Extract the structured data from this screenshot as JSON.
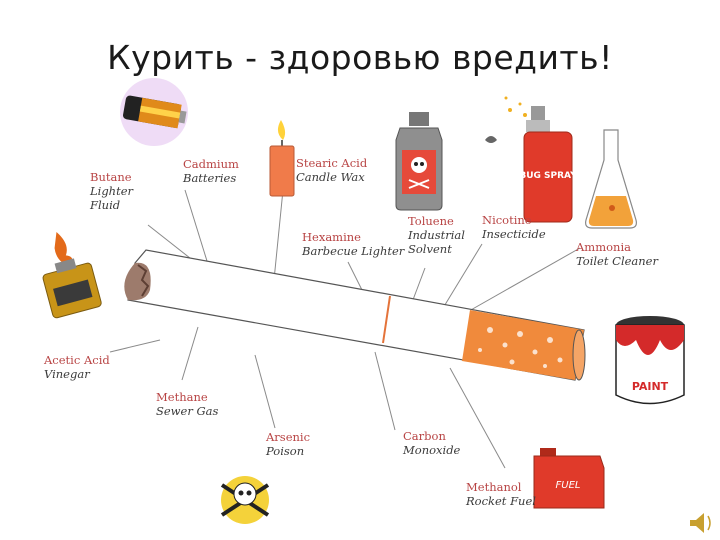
{
  "title": "Курить - здоровью вредить!",
  "labels": {
    "butane": {
      "name": "Butane",
      "desc1": "Lighter",
      "desc2": "Fluid"
    },
    "cadmium": {
      "name": "Cadmium",
      "desc1": "Batteries"
    },
    "stearic": {
      "name": "Stearic Acid",
      "desc1": "Candle Wax"
    },
    "hexamine": {
      "name": "Hexamine",
      "desc1": "Barbecue Lighter"
    },
    "toluene": {
      "name": "Toluene",
      "desc1": "Industrial",
      "desc2": "Solvent"
    },
    "nicotine": {
      "name": "Nicotine",
      "desc1": "Insecticide"
    },
    "ammonia": {
      "name": "Ammonia",
      "desc1": "Toilet Cleaner"
    },
    "acetic": {
      "name": "Acetic Acid",
      "desc1": "Vinegar"
    },
    "methane": {
      "name": "Methane",
      "desc1": "Sewer Gas"
    },
    "arsenic": {
      "name": "Arsenic",
      "desc1": "Poison"
    },
    "carbon": {
      "name": "Carbon",
      "desc1": "Monoxide"
    },
    "methanol": {
      "name": "Methanol",
      "desc1": "Rocket Fuel"
    }
  },
  "pictures": {
    "bug_spray_text": "BUG SPRAY",
    "paint_text": "PAINT",
    "fuel_text": "FUEL"
  },
  "icons": [
    "battery-icon",
    "candle-icon",
    "toluene-bottle-icon",
    "bug-spray-icon",
    "ammonia-flask-icon",
    "lighter-icon",
    "paint-can-icon",
    "skull-icon",
    "fuel-can-icon",
    "speaker-icon"
  ],
  "colors": {
    "label_name": "#b84444",
    "label_desc": "#3a3a3a",
    "filter": "#f08a3c"
  }
}
